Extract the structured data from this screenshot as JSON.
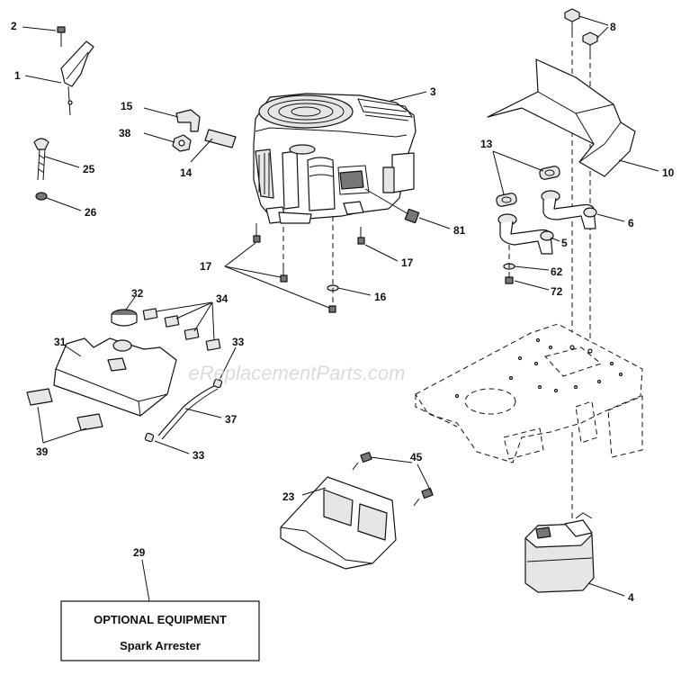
{
  "watermark": "eReplacementParts.com",
  "callouts": {
    "n1": "1",
    "n2": "2",
    "n3": "3",
    "n4": "4",
    "n5": "5",
    "n6": "6",
    "n8": "8",
    "n10": "10",
    "n13": "13",
    "n14": "14",
    "n15": "15",
    "n16": "16",
    "n17a": "17",
    "n17b": "17",
    "n23": "23",
    "n25": "25",
    "n26": "26",
    "n29": "29",
    "n31": "31",
    "n32": "32",
    "n33a": "33",
    "n33b": "33",
    "n34": "34",
    "n37": "37",
    "n38": "38",
    "n39": "39",
    "n45": "45",
    "n62": "62",
    "n72": "72",
    "n81": "81"
  },
  "optional_box": {
    "title": "OPTIONAL EQUIPMENT",
    "subtitle": "Spark Arrester"
  }
}
